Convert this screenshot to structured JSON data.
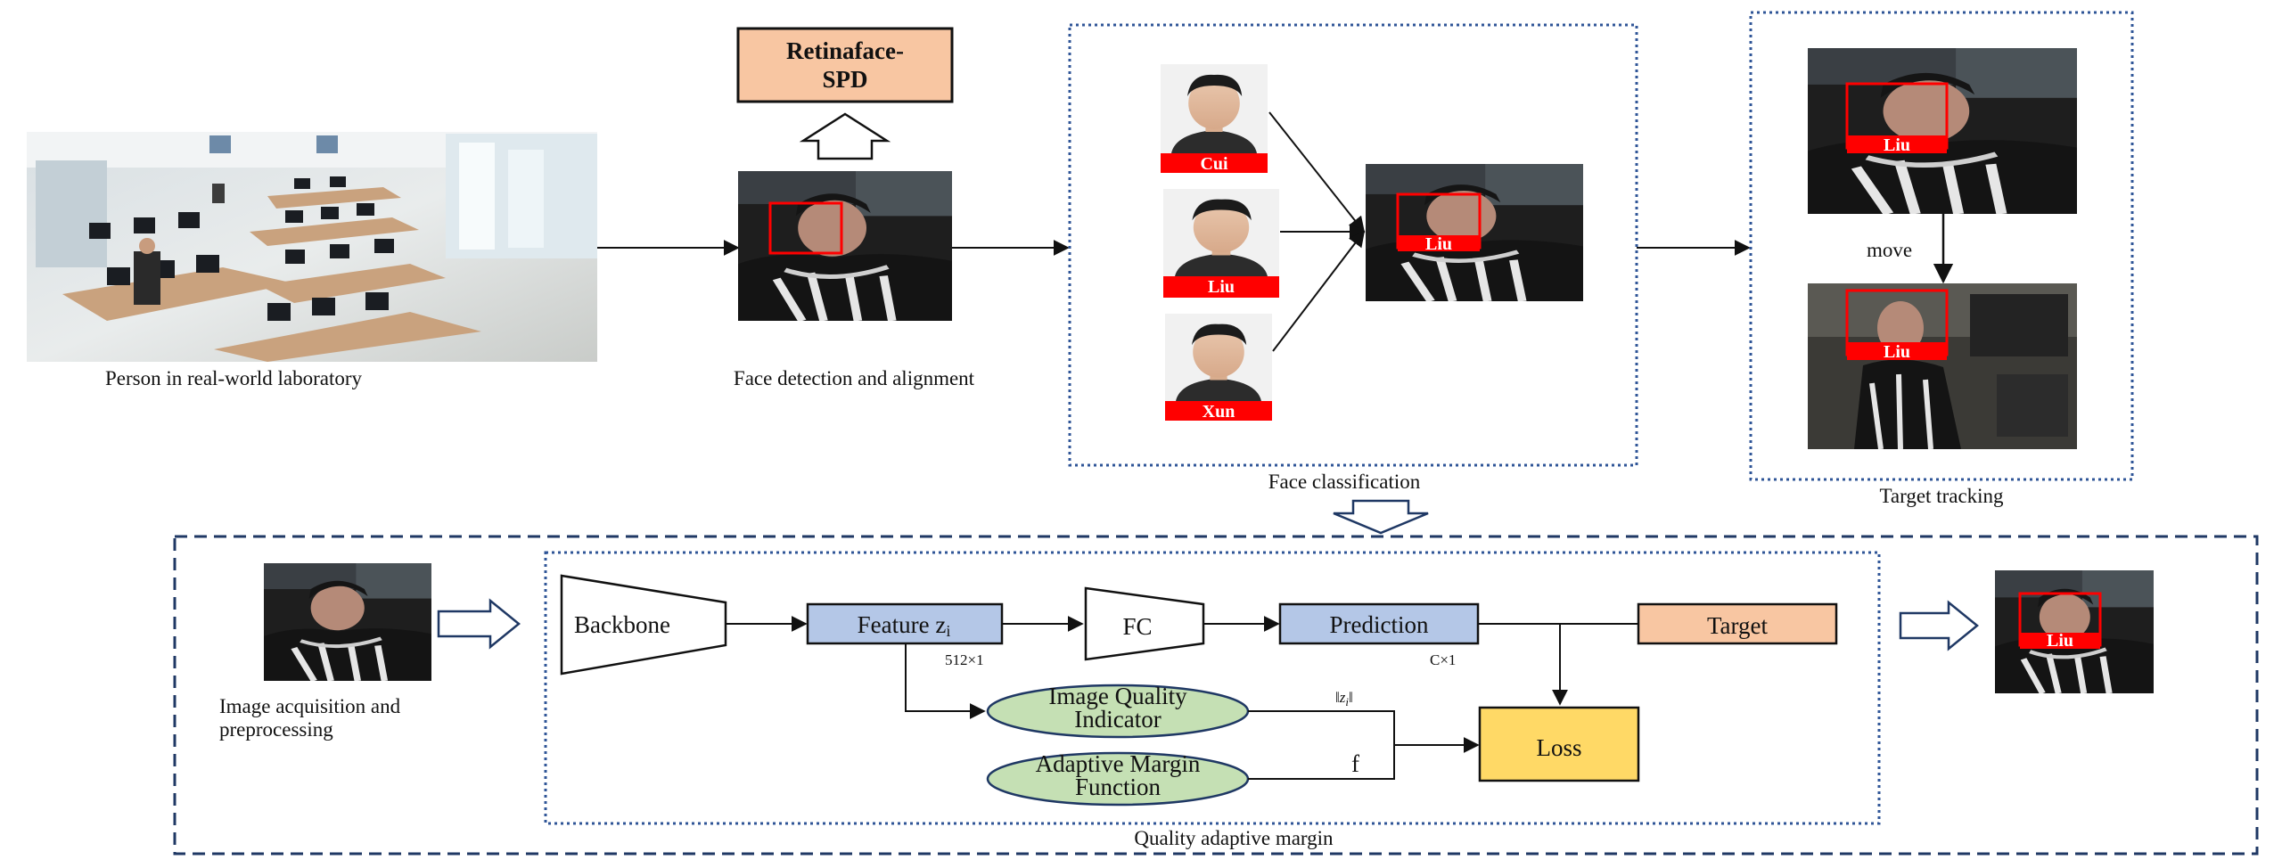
{
  "captions": {
    "lab": "Person in real-world laboratory",
    "detection": "Face detection and alignment",
    "classification": "Face classification",
    "tracking": "Target tracking",
    "acquisition_line1": "Image acquisition and",
    "acquisition_line2": "preprocessing",
    "qam": "Quality adaptive margin"
  },
  "detector": {
    "line1": "Retinaface-",
    "line2": "SPD"
  },
  "gallery": {
    "names": [
      "Cui",
      "Liu",
      "Xun"
    ],
    "result": "Liu"
  },
  "tracking": {
    "label_top": "Liu",
    "label_bottom": "Liu",
    "move": "move"
  },
  "pipeline": {
    "backbone": "Backbone",
    "feature": "Feature z",
    "feature_sub": "i",
    "feature_dim": "512×1",
    "fc": "FC",
    "prediction": "Prediction",
    "prediction_dim": "C×1",
    "target": "Target",
    "iqi_line1": "Image Quality",
    "iqi_line2": "Indicator",
    "amf_line1": "Adaptive Margin",
    "amf_line2": "Function",
    "norm": "‖z",
    "norm_sub": "i",
    "norm_end": "‖",
    "f_label": "f",
    "loss": "Loss",
    "output_label": "Liu"
  },
  "colors": {
    "label_red": "#ff0000",
    "orange_box": "#f8c6a2",
    "blue_box": "#b4c7e7",
    "green_ellipse": "#c5e0b4",
    "loss_yellow": "#ffd966",
    "dash_navy": "#1f3864",
    "dot_blue": "#2f5597"
  }
}
